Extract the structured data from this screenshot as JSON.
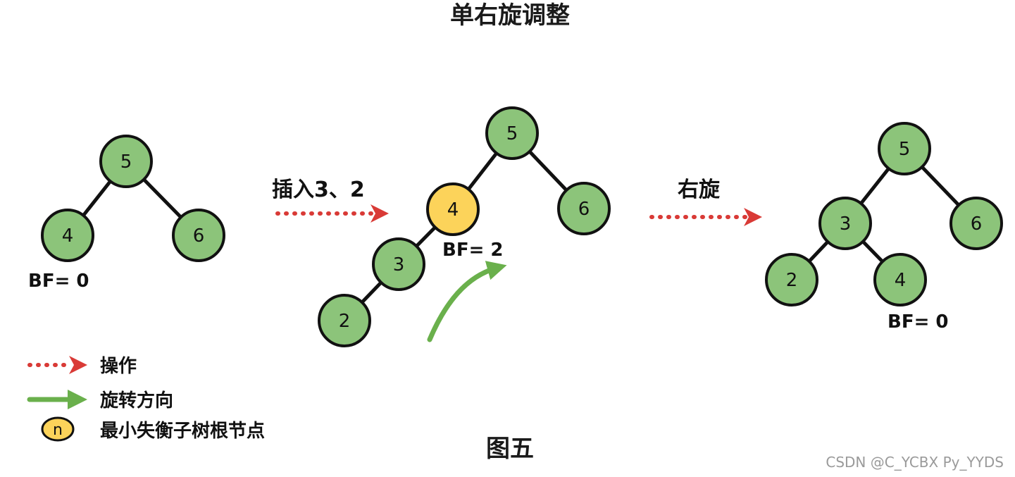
{
  "title": "单右旋调整",
  "caption": "图五",
  "watermark": "CSDN @C_YCBX Py_YYDS",
  "colors": {
    "node_fill": "#8cc47a",
    "root_fill": "#fcd35a",
    "stroke": "#111111",
    "op_arrow": "#d93a36",
    "rotate_arrow": "#6ab04c"
  },
  "trees": [
    {
      "nodes": [
        {
          "id": "a5",
          "label": "5"
        },
        {
          "id": "a4",
          "label": "4"
        },
        {
          "id": "a6",
          "label": "6"
        }
      ],
      "edges": [
        [
          "a5",
          "a4"
        ],
        [
          "a5",
          "a6"
        ]
      ],
      "bf": "BF= 0"
    },
    {
      "nodes": [
        {
          "id": "b5",
          "label": "5"
        },
        {
          "id": "b4",
          "label": "4",
          "highlight": true
        },
        {
          "id": "b6",
          "label": "6"
        },
        {
          "id": "b3",
          "label": "3"
        },
        {
          "id": "b2",
          "label": "2"
        }
      ],
      "edges": [
        [
          "b5",
          "b4"
        ],
        [
          "b5",
          "b6"
        ],
        [
          "b4",
          "b3"
        ],
        [
          "b3",
          "b2"
        ]
      ],
      "bf": "BF= 2"
    },
    {
      "nodes": [
        {
          "id": "c5",
          "label": "5"
        },
        {
          "id": "c3",
          "label": "3"
        },
        {
          "id": "c6",
          "label": "6"
        },
        {
          "id": "c2",
          "label": "2"
        },
        {
          "id": "c4",
          "label": "4"
        }
      ],
      "edges": [
        [
          "c5",
          "c3"
        ],
        [
          "c5",
          "c6"
        ],
        [
          "c3",
          "c2"
        ],
        [
          "c3",
          "c4"
        ]
      ],
      "bf": "BF= 0"
    }
  ],
  "operations": [
    {
      "label": "插入3、2"
    },
    {
      "label": "右旋"
    }
  ],
  "legend": [
    {
      "type": "op-arrow",
      "label": "操作"
    },
    {
      "type": "rotate-arrow",
      "label": "旋转方向"
    },
    {
      "type": "root-node",
      "symbol": "n",
      "label": "最小失衡子树根节点"
    }
  ]
}
